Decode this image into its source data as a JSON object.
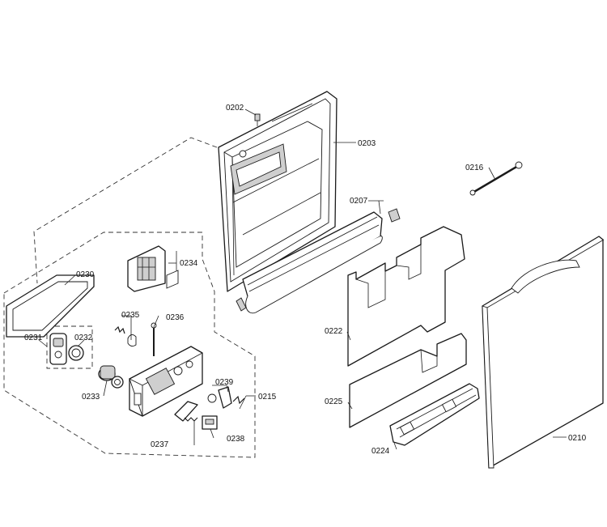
{
  "diagram": {
    "labels": {
      "p0202": "0202",
      "p0203": "0203",
      "p0207": "0207",
      "p0216": "0216",
      "p0210": "0210",
      "p0215": "0215",
      "p0222": "0222",
      "p0224": "0224",
      "p0225": "0225",
      "p0230": "0230",
      "p0231": "0231",
      "p0232": "0232",
      "p0233": "0233",
      "p0234": "0234",
      "p0235": "0235",
      "p0236": "0236",
      "p0237": "0237",
      "p0238": "0238",
      "p0239": "0239"
    }
  }
}
